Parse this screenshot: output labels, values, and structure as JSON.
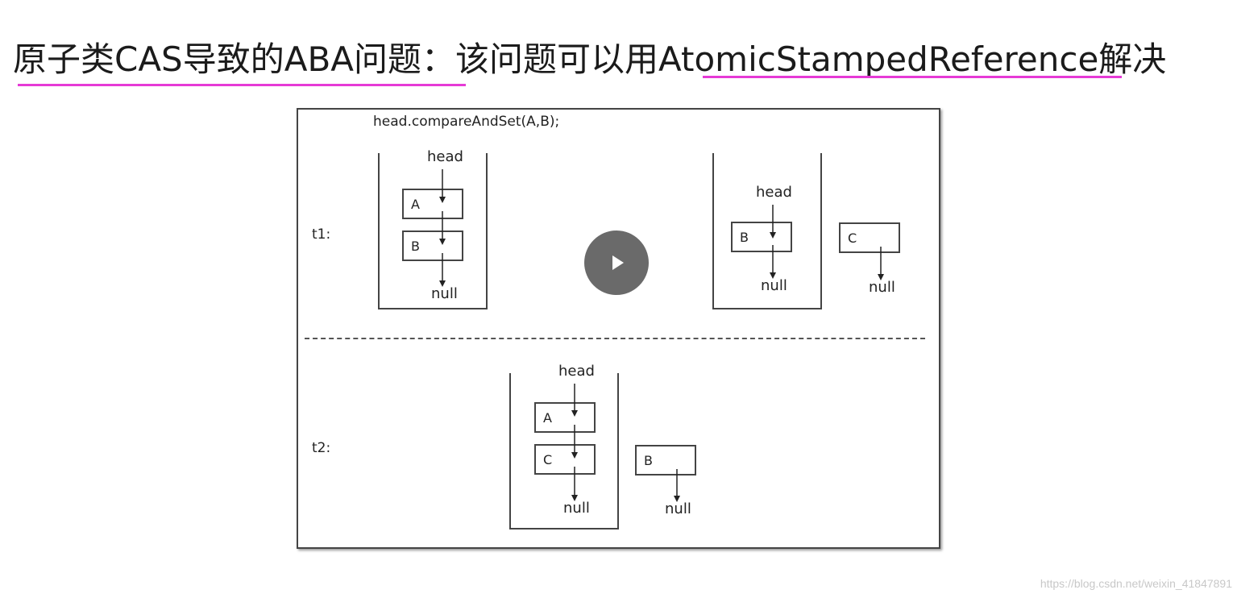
{
  "slide": {
    "title_part1": "原子类CAS导致的ABA问题：",
    "title_part2": "该问题可以用",
    "title_part3": "AtomicStampedReference",
    "title_part4": "解决",
    "accent_color": "#e63ad6"
  },
  "diagram": {
    "code": "head.compareAndSet(A,B);",
    "t1": {
      "label": "t1:",
      "left_stack": {
        "head": "head",
        "nodes": [
          "A",
          "B"
        ],
        "null": "null"
      },
      "right_stack": {
        "head": "head",
        "nodes": [
          "B"
        ],
        "null": "null"
      },
      "loose_node": {
        "label": "C",
        "null": "null"
      }
    },
    "t2": {
      "label": "t2:",
      "stack": {
        "head": "head",
        "nodes": [
          "A",
          "C"
        ],
        "null": "null"
      },
      "loose_node": {
        "label": "B",
        "null": "null"
      }
    }
  },
  "player": {
    "icon": "play-icon"
  },
  "watermark": "https://blog.csdn.net/weixin_41847891"
}
